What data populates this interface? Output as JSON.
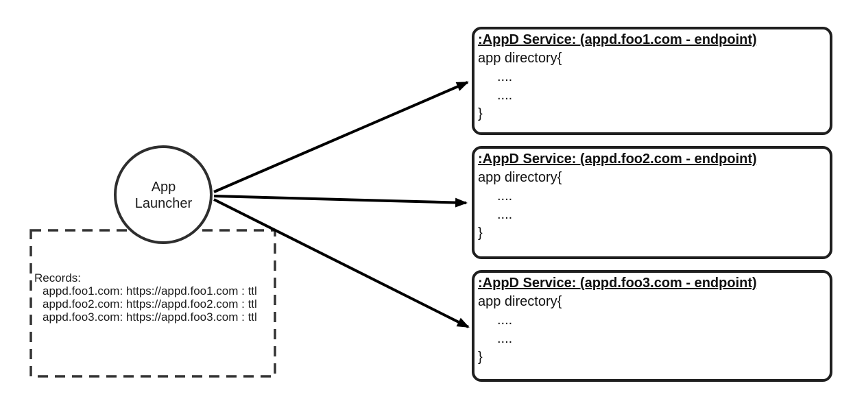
{
  "launcher": {
    "line1": "App",
    "line2": "Launcher"
  },
  "records": {
    "label": "Records:",
    "entries": [
      "appd.foo1.com: https://appd.foo1.com : ttl",
      "appd.foo2.com: https://appd.foo2.com : ttl",
      "appd.foo3.com: https://appd.foo3.com : ttl"
    ]
  },
  "services": [
    {
      "title": ":AppD Service: (appd.foo1.com - endpoint)",
      "body": [
        "app directory{",
        "....",
        "....",
        "}"
      ]
    },
    {
      "title": ":AppD Service: (appd.foo2.com - endpoint)",
      "body": [
        "app directory{",
        "....",
        "....",
        "}"
      ]
    },
    {
      "title": ":AppD Service: (appd.foo3.com - endpoint)",
      "body": [
        "app directory{",
        "....",
        "....",
        "}"
      ]
    }
  ],
  "colors": {
    "line_color": "#1c1c1c",
    "box_border": "#1f1f1f",
    "background": "#ffffff"
  }
}
